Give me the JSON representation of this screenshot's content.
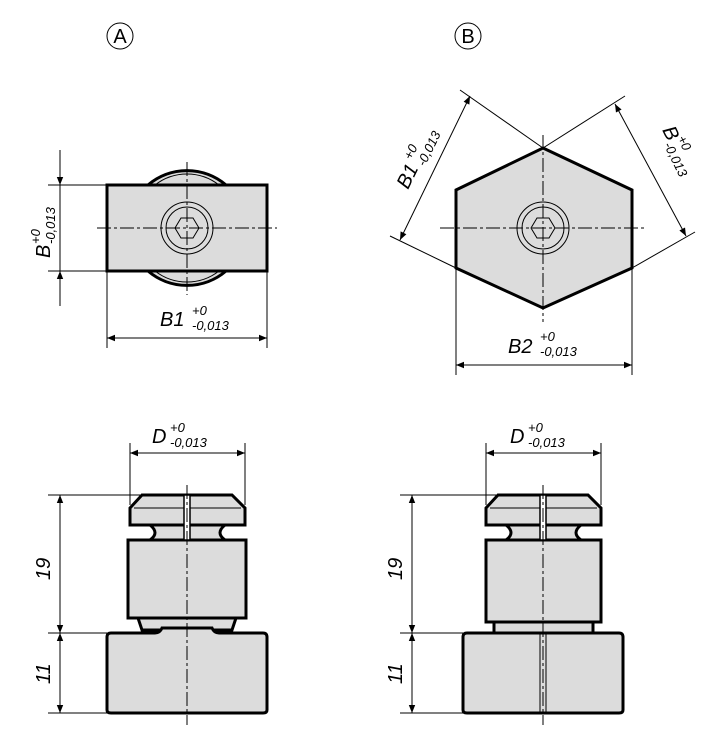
{
  "views": {
    "a": {
      "label": "A"
    },
    "b": {
      "label": "B"
    }
  },
  "dimensions": {
    "tol_plus": "+0",
    "tol_minus": "-0,013",
    "b": "B",
    "b1": "B1",
    "b2": "B2",
    "d": "D",
    "height_upper": "19",
    "height_lower": "11"
  }
}
